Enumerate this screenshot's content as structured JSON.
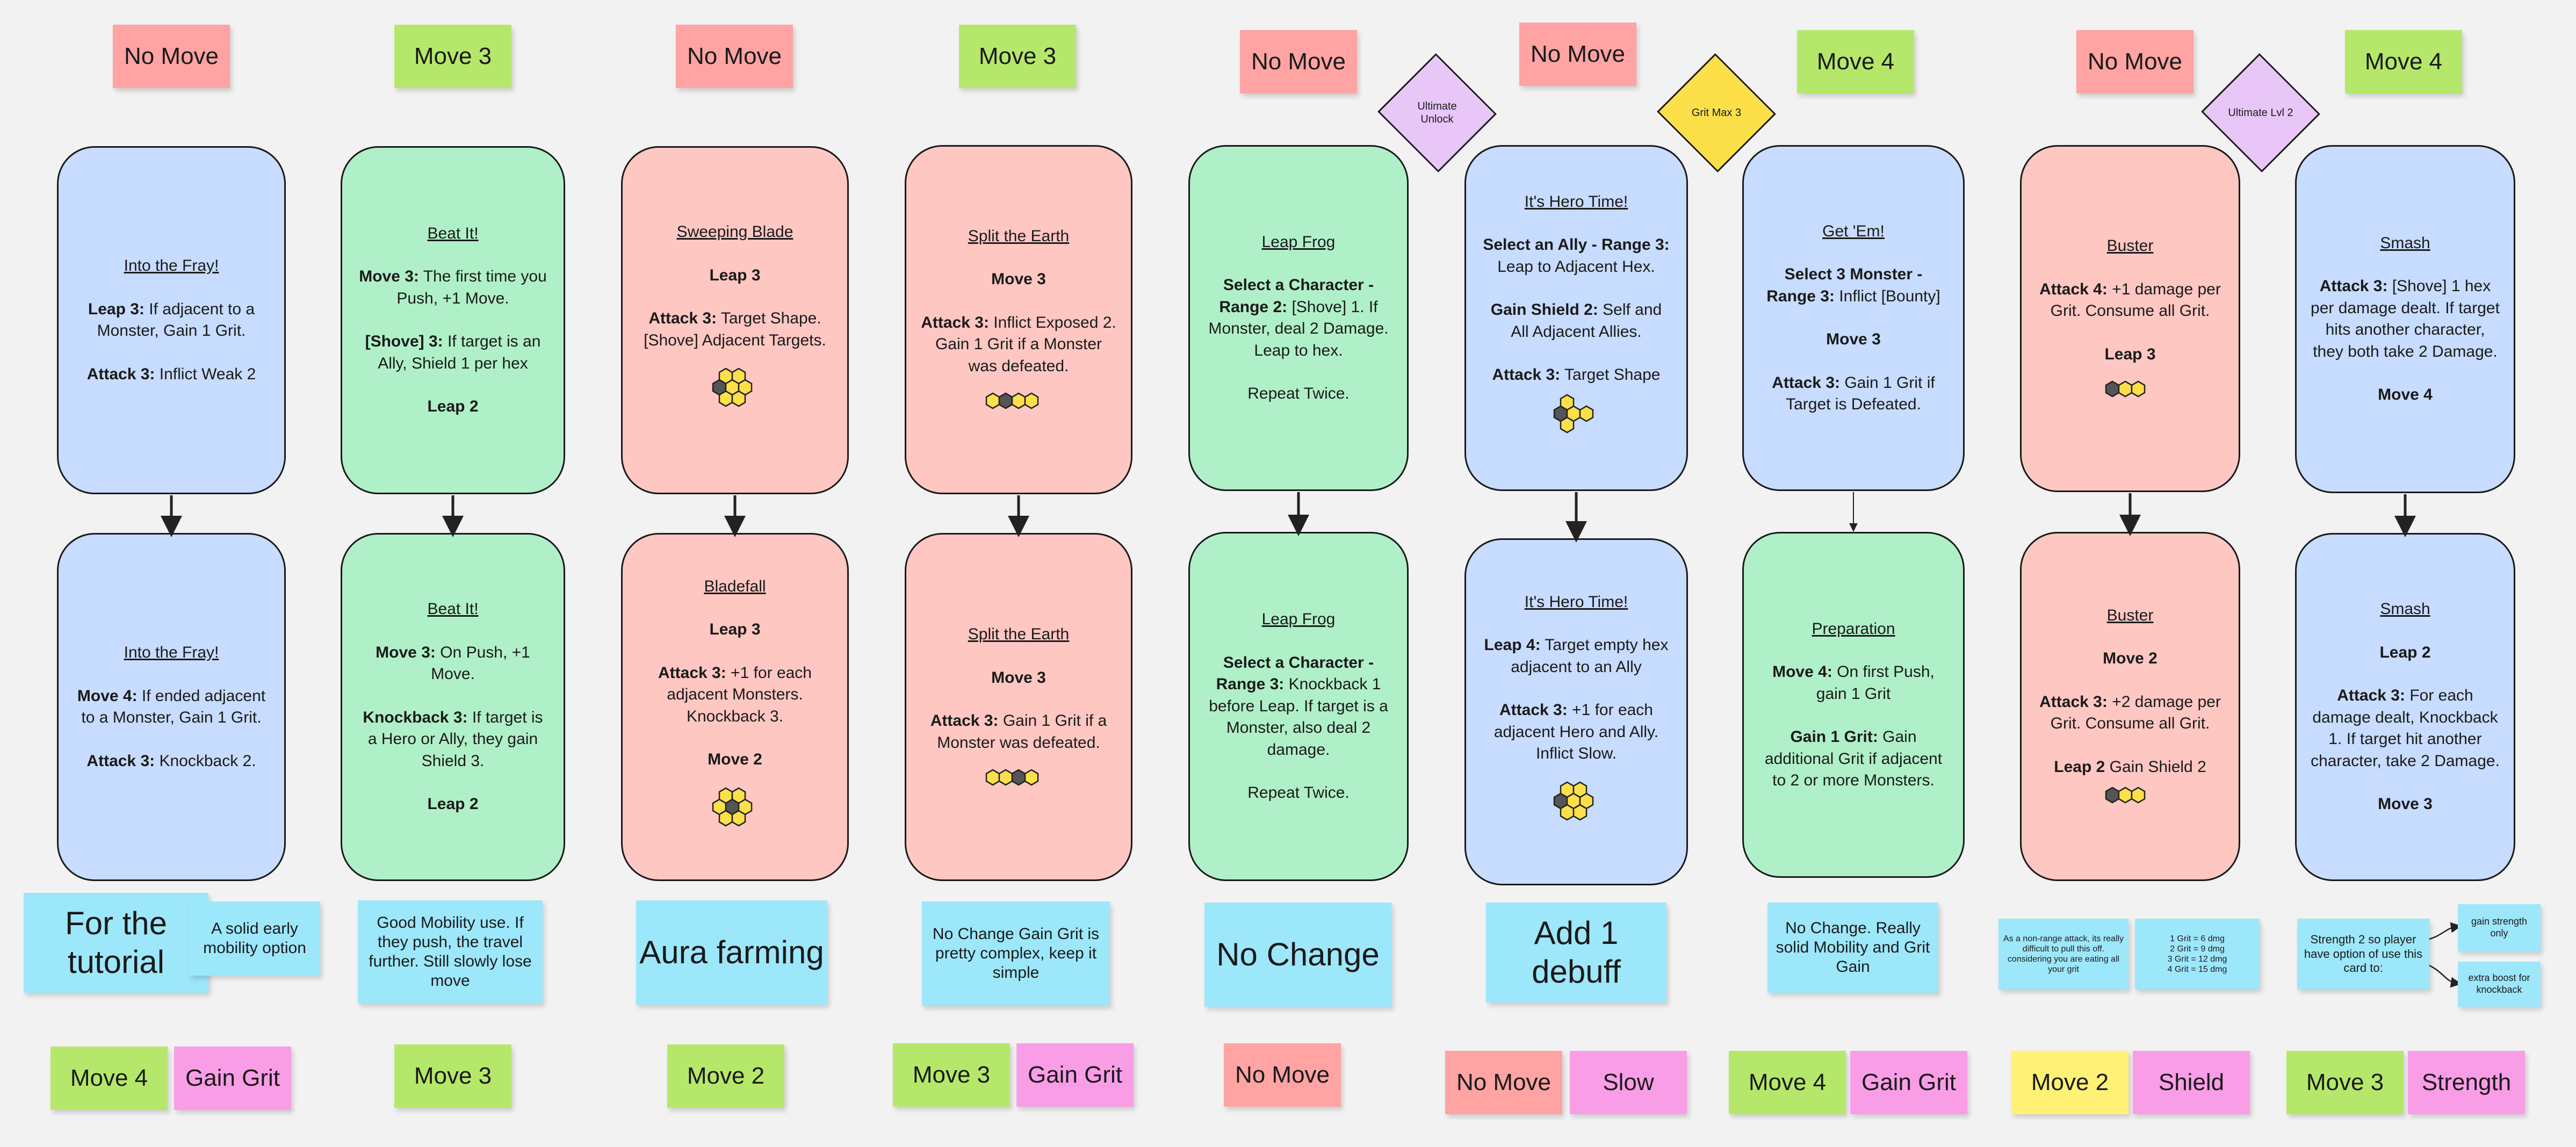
{
  "colors": {
    "red": "#ffa3a3",
    "green": "#b5e86a",
    "cyan": "#9de7fb",
    "pink": "#fa9de7",
    "yellow": "#fff176",
    "blue_card": "#c7dcff",
    "green_card": "#b0f0c8",
    "red_card": "#ffc7c2",
    "diamond_purple": "#e8c6f8",
    "diamond_yellow": "#fce04a",
    "hex_yellow": "#fce04a",
    "hex_dark": "#555555"
  },
  "top_notes": [
    "No Move",
    "Move 3",
    "No Move",
    "Move 3",
    "No Move",
    "No Move",
    "Move 4",
    "No Move",
    "Move 4"
  ],
  "diamonds": [
    "Ultimate Unlock",
    "Grit Max 3",
    "Ultimate Lvl 2"
  ],
  "cards": {
    "c1a": {
      "title": "Into the Fray!",
      "l1b": "Leap 3:",
      "l1": " If adjacent to a Monster, Gain 1 Grit.",
      "l2b": "Attack 3:",
      "l2": " Inflict Weak 2"
    },
    "c1b": {
      "title": "Into the Fray!",
      "l1b": "Move 4:",
      "l1": " If ended adjacent to a Monster, Gain 1 Grit.",
      "l2b": "Attack 3:",
      "l2": " Knockback 2."
    },
    "c2a": {
      "title": "Beat It!",
      "l1b": "Move 3:",
      "l1": " The first time you Push, +1 Move.",
      "l2b": "[Shove] 3:",
      "l2": " If target is an Ally, Shield 1 per hex",
      "l3b": "Leap 2"
    },
    "c2b": {
      "title": "Beat It!",
      "l1b": "Move 3:",
      "l1": " On Push, +1 Move.",
      "l2b": "Knockback 3:",
      "l2": " If target is a Hero or Ally, they gain Shield 3.",
      "l3b": "Leap 2"
    },
    "c3a": {
      "title": "Sweeping Blade",
      "l1b": "Leap 3",
      "l2b": "Attack 3:",
      "l2": " Target Shape. [Shove] Adjacent Targets."
    },
    "c3b": {
      "title": "Bladefall",
      "l1b": "Leap 3",
      "l2b": "Attack 3:",
      "l2": " +1 for each adjacent Monsters. Knockback 3.",
      "l3b": "Move 2"
    },
    "c4a": {
      "title": "Split the Earth",
      "l1b": "Move 3",
      "l2b": "Attack 3:",
      "l2": " Inflict Exposed 2. Gain 1 Grit if a Monster was defeated."
    },
    "c4b": {
      "title": "Split the Earth",
      "l1b": "Move 3",
      "l2b": "Attack 3:",
      "l2": " Gain 1 Grit if a Monster was defeated."
    },
    "c5a": {
      "title": "Leap Frog",
      "l1b": "Select a Character - Range 2:",
      "l1": " [Shove] 1. If Monster, deal 2 Damage. Leap to hex.",
      "l2": "Repeat Twice."
    },
    "c5b": {
      "title": "Leap Frog",
      "l1b": "Select a Character - Range 3:",
      "l1": " Knockback 1 before Leap. If target is a Monster, also deal 2 damage.",
      "l2": "Repeat Twice."
    },
    "c6a": {
      "title": "It's Hero Time!",
      "l1b": "Select an Ally - Range 3:",
      "l1": " Leap to Adjacent Hex.",
      "l2b": "Gain Shield 2:",
      "l2": " Self and All Adjacent Allies.",
      "l3b": "Attack 3:",
      "l3": " Target Shape"
    },
    "c6b": {
      "title": "It's Hero Time!",
      "l1b": "Leap 4:",
      "l1": " Target empty hex adjacent to an Ally",
      "l2b": "Attack 3:",
      "l2": " +1 for each adjacent Hero and Ally. Inflict Slow."
    },
    "c7a": {
      "title": "Get 'Em!",
      "l1b": "Select 3 Monster - Range 3:",
      "l1": " Inflict [Bounty]",
      "l2b": "Move 3",
      "l3b": "Attack 3:",
      "l3": " Gain 1 Grit if Target is Defeated."
    },
    "c7b": {
      "title": "Preparation",
      "l1b": "Move 4:",
      "l1": " On first Push, gain 1 Grit",
      "l2b": "Gain 1 Grit:",
      "l2": " Gain additional Grit if adjacent to 2 or more Monsters."
    },
    "c8a": {
      "title": "Buster",
      "l1b": "Attack 4:",
      "l1": " +1 damage per Grit. Consume all Grit.",
      "l2b": "Leap 3"
    },
    "c8b": {
      "title": "Buster",
      "l1b": "Move 2",
      "l2b": "Attack 3:",
      "l2": " +2 damage per Grit. Consume all Grit.",
      "l3b": "Leap 2",
      "l3": " Gain Shield 2"
    },
    "c9a": {
      "title": "Smash",
      "l1b": "Attack 3:",
      "l1": " [Shove] 1 hex per damage dealt. If target hits another character, they both take 2 Damage.",
      "l2b": "Move 4"
    },
    "c9b": {
      "title": "Smash",
      "l1b": "Leap 2",
      "l2b": "Attack 3:",
      "l2": " For each damage dealt, Knockback 1. If target hit another character, take 2 Damage.",
      "l3b": "Move 3"
    }
  },
  "comments": {
    "k1": "For the tutorial",
    "k1b": "A solid early mobility option",
    "k2": "Good Mobility use. If they push, the travel further. Still slowly lose move",
    "k3": "Aura farming",
    "k4": "No Change Gain Grit is pretty complex, keep it simple",
    "k5": "No Change",
    "k6": "Add 1 debuff",
    "k7": "No Change. Really solid Mobility and Grit Gain",
    "k8a": "As a non-range attack, its really difficult to pull this off. considering you are eating all your grit",
    "k8b": "1 Grit = 6 dmg\n2 Grit = 9 dmg\n3 Grit = 12 dmg\n4 Grit = 15 dmg",
    "k9": "Strength 2 so player have option of use this card to:",
    "k9a": "gain strength only",
    "k9b": "extra boost for knockback"
  },
  "bottom_notes": [
    "Move 4",
    "Gain Grit",
    "Move 3",
    "Move 2",
    "Move 3",
    "Gain Grit",
    "No Move",
    "No Move",
    "Slow",
    "Move 4",
    "Gain Grit",
    "Move 2",
    "Shield",
    "Move 3",
    "Strength"
  ]
}
